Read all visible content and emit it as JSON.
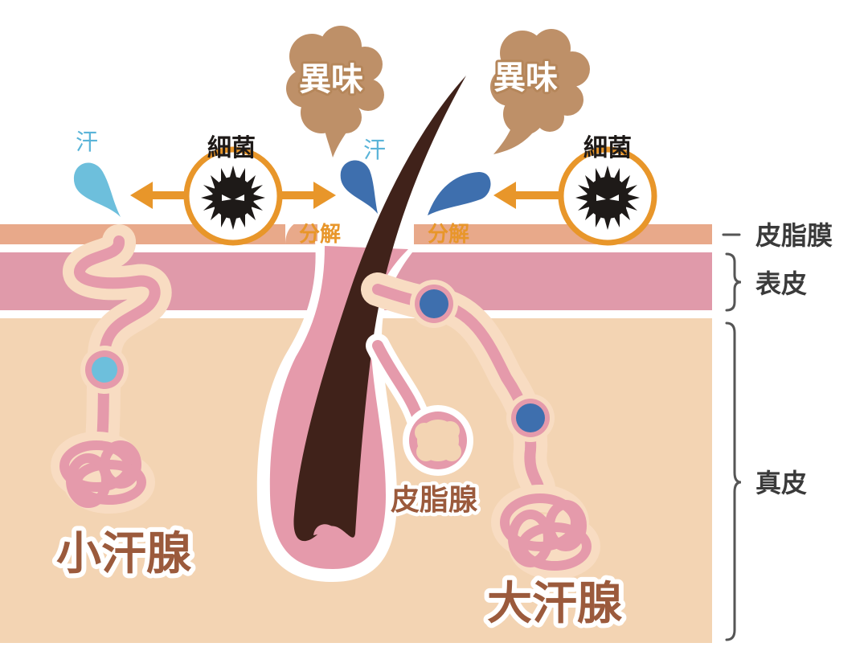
{
  "labels": {
    "eccrine": "小汗腺",
    "apocrine": "大汗腺",
    "sebaceous": "皮脂腺",
    "sebum_membrane": "皮脂膜",
    "epidermis": "表皮",
    "dermis": "真皮",
    "bacteria_left": "細菌",
    "bacteria_right": "細菌",
    "sweat_left": "汗",
    "sweat_center": "汗",
    "odor_left": "異味",
    "odor_right": "異味",
    "decompose_left": "分解",
    "decompose_right": "分解"
  },
  "colors": {
    "sebum_membrane": "#e8a98a",
    "epidermis": "#e09aaa",
    "dermis": "#f3d4b3",
    "hair": "#40221a",
    "gland_pink": "#e59aab",
    "eccrine_sweat": "#6dbfdc",
    "apocrine_sweat": "#3e6fae",
    "bacteria_ring": "#e8962a",
    "odor_cloud": "#be9068"
  },
  "icons": [
    "bacteria-icon",
    "sweat-drop-icon",
    "odor-cloud-icon",
    "arrow-icon",
    "brace-icon"
  ]
}
